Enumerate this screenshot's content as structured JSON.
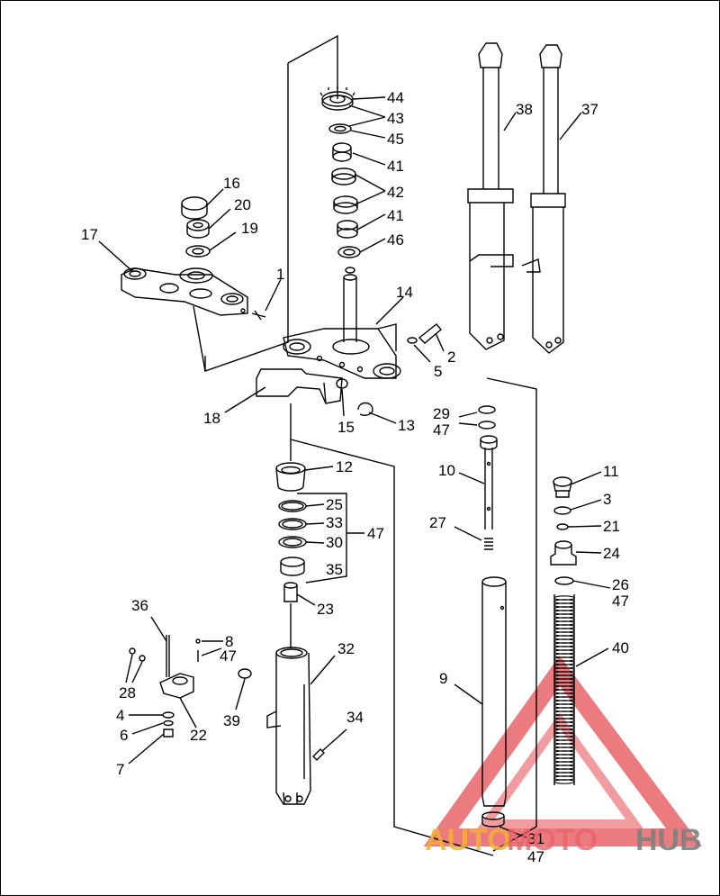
{
  "labels": [
    {
      "id": "l44",
      "text": "44"
    },
    {
      "id": "l43",
      "text": "43"
    },
    {
      "id": "l45",
      "text": "45"
    },
    {
      "id": "l41a",
      "text": "41"
    },
    {
      "id": "l42",
      "text": "42"
    },
    {
      "id": "l41b",
      "text": "41"
    },
    {
      "id": "l46",
      "text": "46"
    },
    {
      "id": "l38",
      "text": "38"
    },
    {
      "id": "l37",
      "text": "37"
    },
    {
      "id": "l16",
      "text": "16"
    },
    {
      "id": "l20",
      "text": "20"
    },
    {
      "id": "l19",
      "text": "19"
    },
    {
      "id": "l17",
      "text": "17"
    },
    {
      "id": "l1",
      "text": "1"
    },
    {
      "id": "l14",
      "text": "14"
    },
    {
      "id": "l2",
      "text": "2"
    },
    {
      "id": "l5",
      "text": "5"
    },
    {
      "id": "l18",
      "text": "18"
    },
    {
      "id": "l15",
      "text": "15"
    },
    {
      "id": "l13",
      "text": "13"
    },
    {
      "id": "l29",
      "text": "29"
    },
    {
      "id": "l47a",
      "text": "47"
    },
    {
      "id": "l10",
      "text": "10"
    },
    {
      "id": "l11",
      "text": "11"
    },
    {
      "id": "l3",
      "text": "3"
    },
    {
      "id": "l21",
      "text": "21"
    },
    {
      "id": "l27",
      "text": "27"
    },
    {
      "id": "l24",
      "text": "24"
    },
    {
      "id": "l26",
      "text": "26"
    },
    {
      "id": "l47b",
      "text": "47"
    },
    {
      "id": "l12",
      "text": "12"
    },
    {
      "id": "l25",
      "text": "25"
    },
    {
      "id": "l33",
      "text": "33"
    },
    {
      "id": "l47c",
      "text": "47"
    },
    {
      "id": "l30",
      "text": "30"
    },
    {
      "id": "l35",
      "text": "35"
    },
    {
      "id": "l23",
      "text": "23"
    },
    {
      "id": "l36",
      "text": "36"
    },
    {
      "id": "l8",
      "text": "8"
    },
    {
      "id": "l47d",
      "text": "47"
    },
    {
      "id": "l32",
      "text": "32"
    },
    {
      "id": "l40",
      "text": "40"
    },
    {
      "id": "l9",
      "text": "9"
    },
    {
      "id": "l28",
      "text": "28"
    },
    {
      "id": "l39",
      "text": "39"
    },
    {
      "id": "l4",
      "text": "4"
    },
    {
      "id": "l6",
      "text": "6"
    },
    {
      "id": "l22",
      "text": "22"
    },
    {
      "id": "l7",
      "text": "7"
    },
    {
      "id": "l34",
      "text": "34"
    },
    {
      "id": "l31",
      "text": "31"
    },
    {
      "id": "l47e",
      "text": "47"
    }
  ],
  "watermark": {
    "part1": "AUTO",
    "part2": "MOTO",
    "part3": "HUB",
    "colors": {
      "auto": "#f2b233",
      "moto": "#e8646b",
      "hub": "#7f7f7f",
      "triangle": "#e5474d"
    }
  }
}
